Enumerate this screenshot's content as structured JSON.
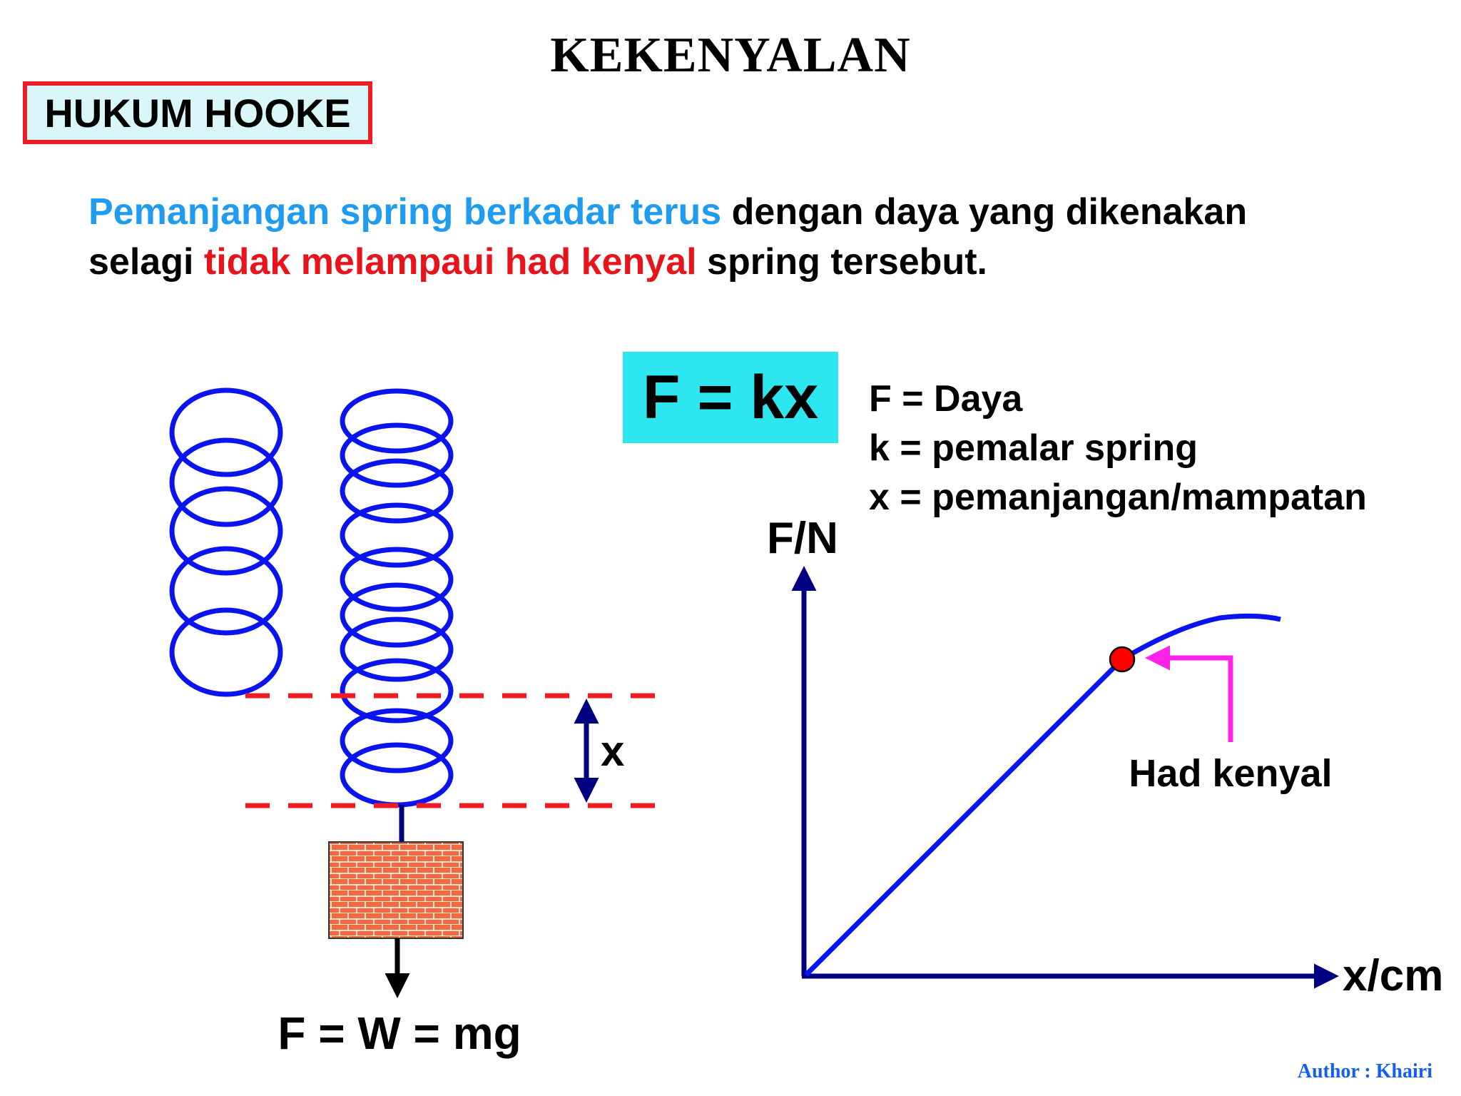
{
  "title": "KEKENYALAN",
  "section_label": "HUKUM HOOKE",
  "statement": {
    "part1_blue": "Pemanjangan spring berkadar terus",
    "part2": " dengan daya yang dikenakan",
    "part3": "selagi ",
    "part4_red": "tidak melampaui had kenyal",
    "part5": " spring tersebut."
  },
  "formula": "F = kx",
  "legend": {
    "f_def": "F = Daya",
    "k_def": "k = pemalar spring",
    "x_def": "x = pemanjangan/mampatan"
  },
  "spring_diagram": {
    "extension_label": "x",
    "weight_formula": "F = W = mg"
  },
  "graph": {
    "y_axis_label": "F/N",
    "x_axis_label": "x/cm",
    "elastic_limit_label": "Had kenyal"
  },
  "colors": {
    "spring": "#0a14ee",
    "dashed_line": "#ee1c25",
    "axis": "#000080",
    "limit_point": "#ff0000",
    "pointer": "#ff22e8",
    "formula_bg": "#2de6f0",
    "box_border": "#ee1c25"
  },
  "author": "Author : Khairi"
}
